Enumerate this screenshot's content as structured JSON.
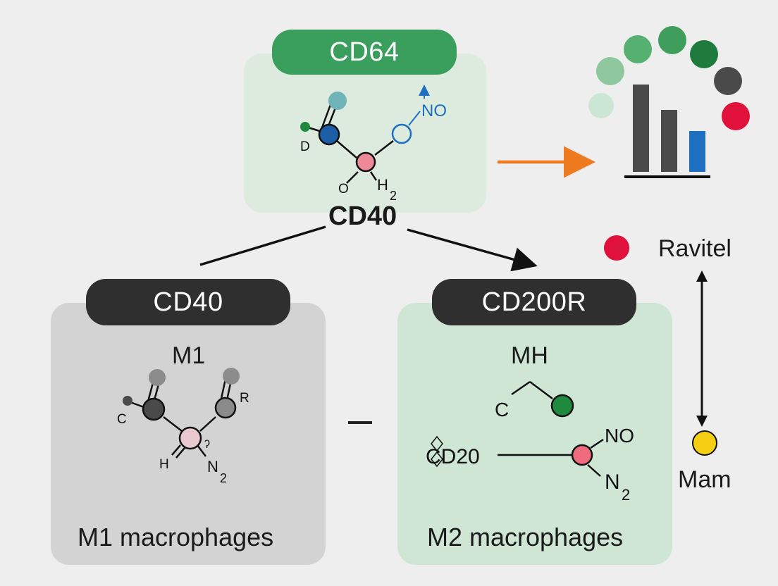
{
  "top_panel": {
    "header": "CD64",
    "atom_labels": {
      "d": "D",
      "o": "O",
      "h2_h": "H",
      "h2_sub": "2",
      "no": "NO"
    },
    "footer": "CD40"
  },
  "left_panel": {
    "header": "CD40",
    "title": "M1",
    "atom_labels": {
      "c": "C",
      "r": "R",
      "h": "H",
      "n2_n": "N",
      "n2_sub": "2",
      "q": "ʔ"
    },
    "footer": "M1 macrophages"
  },
  "right_panel": {
    "header": "CD200R",
    "title": "MH",
    "atom_labels": {
      "c": "C",
      "cd20": "CD20",
      "no": "NO",
      "n2_n": "N",
      "n2_sub": "2"
    },
    "footer": "M2 macrophages"
  },
  "separator": "–",
  "legend": {
    "top": "Ravitel",
    "bottom": "Mam"
  },
  "colors": {
    "accent_green": "#3a9e5c",
    "dark": "#2f2f2f",
    "orange_arrow": "#ee7a1f",
    "red": "#e0113a",
    "yellow": "#f5cf12",
    "blue": "#1f6fc0"
  }
}
